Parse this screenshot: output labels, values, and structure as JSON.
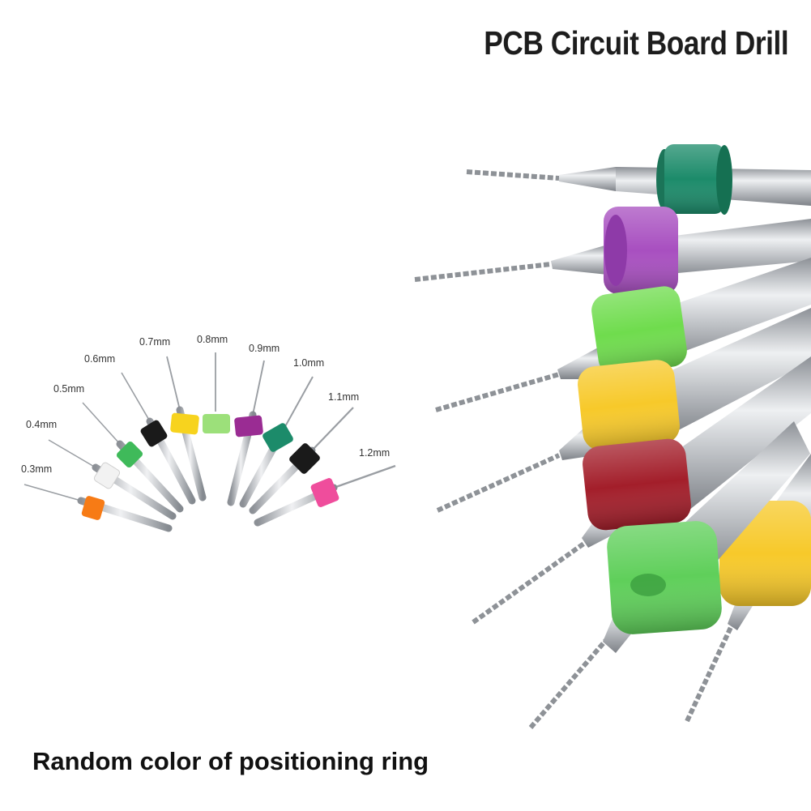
{
  "title": "PCB Circuit Board Drill",
  "caption": "Random color of positioning ring",
  "size_labels": [
    "0.3mm",
    "0.4mm",
    "0.5mm",
    "0.6mm",
    "0.7mm",
    "0.8mm",
    "0.9mm",
    "1.0mm",
    "1.1mm",
    "1.2mm"
  ],
  "colors": {
    "background": "#ffffff",
    "title_text": "#1d1d1d",
    "shank_steel": "#b9bcc0",
    "ring_orange": "#f77b15",
    "ring_white": "#f2f2f2",
    "ring_green": "#3fba5a",
    "ring_black": "#1a1a1a",
    "ring_yellow": "#f7d31e",
    "ring_lightgreen": "#9ce07a",
    "ring_purple": "#9a2c93",
    "ring_teal": "#1c8b6a",
    "ring_pink": "#ef4d9c",
    "ring_red": "#a31e2a",
    "ring_lime": "#6fdc4d"
  }
}
